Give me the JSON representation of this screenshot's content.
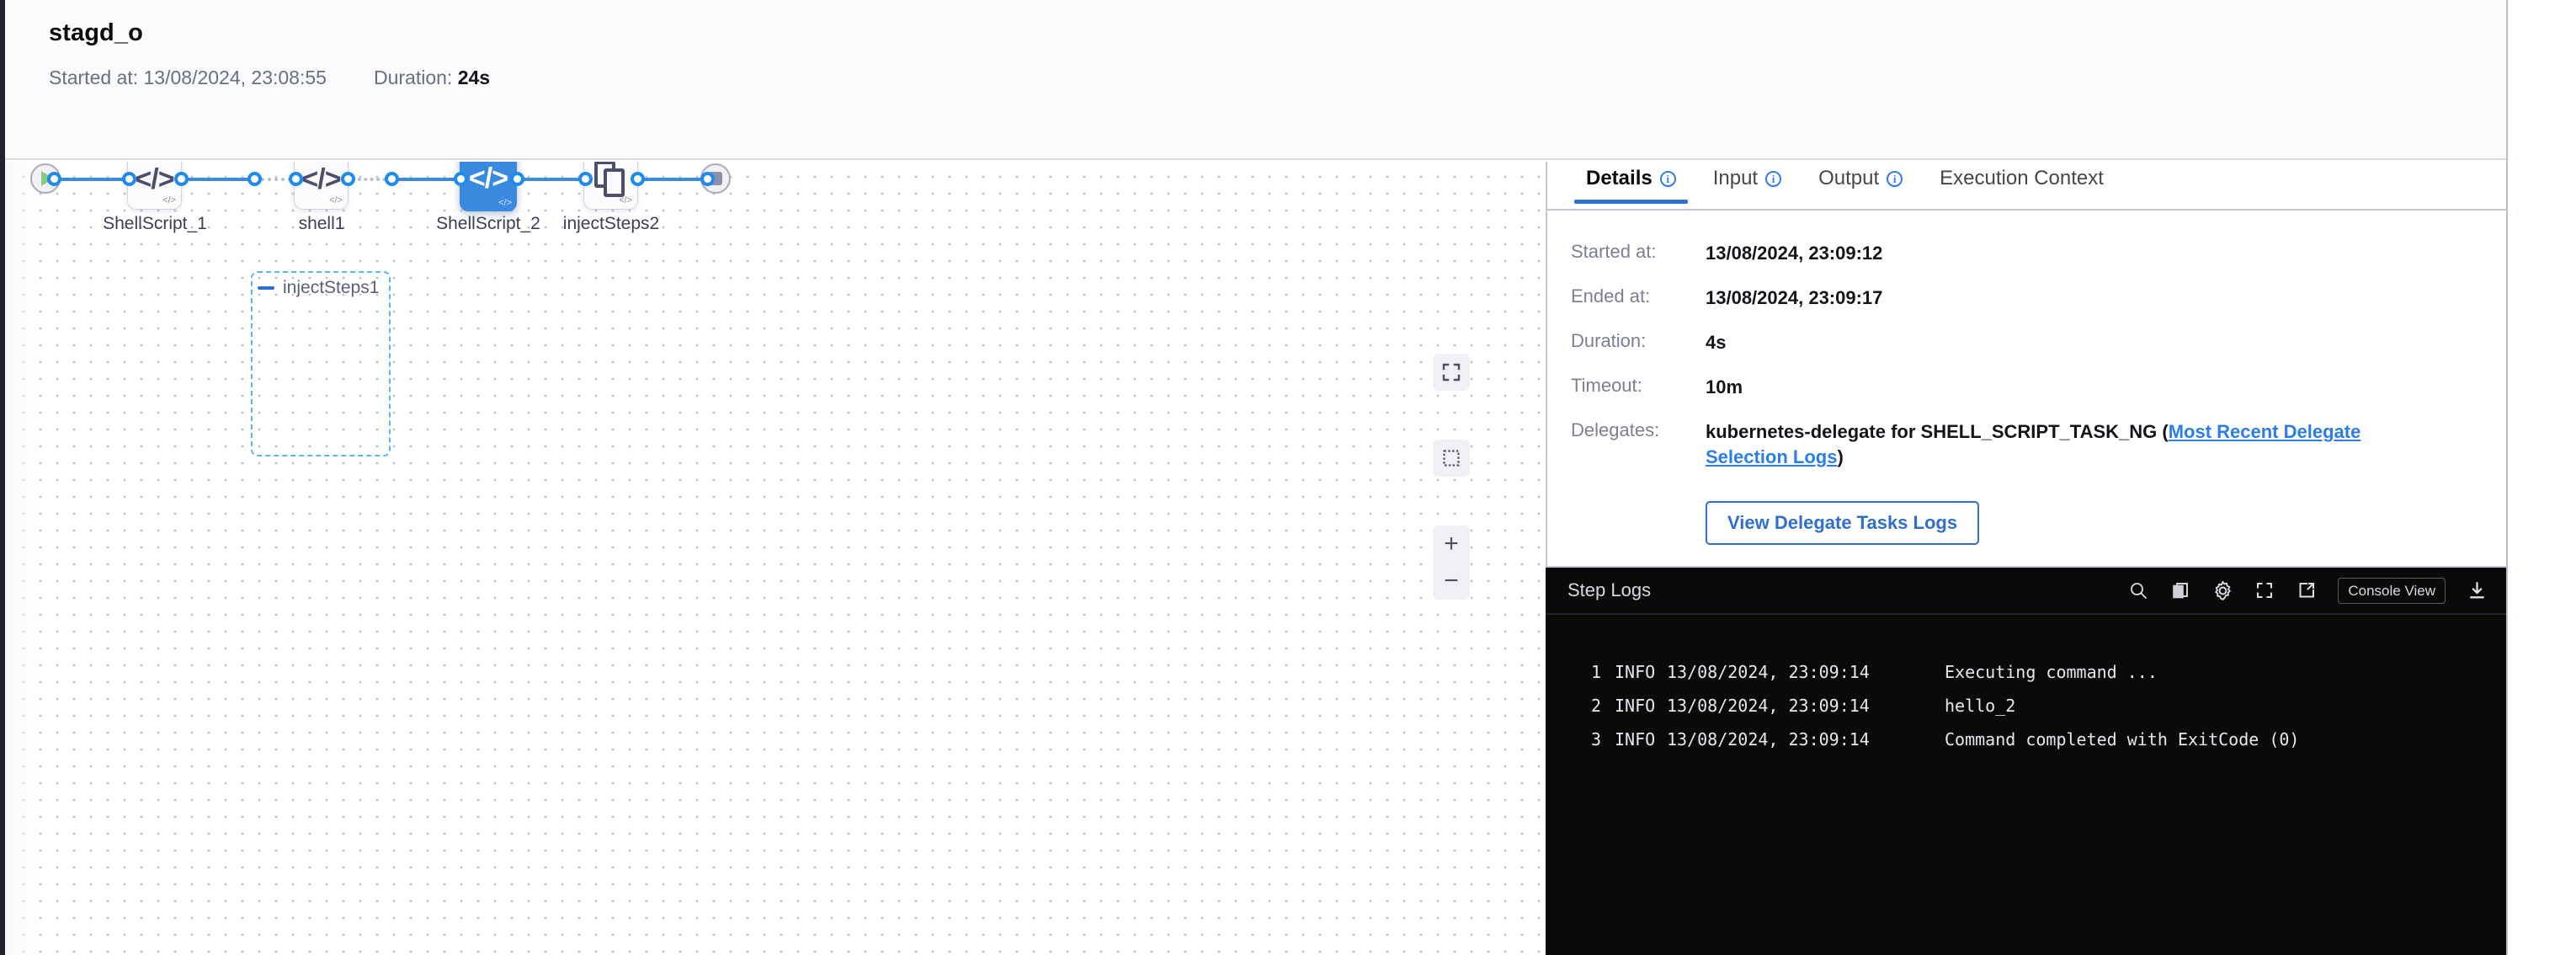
{
  "header": {
    "title": "stagd_o",
    "started_label": "Started at:",
    "started_value": "13/08/2024, 23:08:55",
    "duration_label": "Duration:",
    "duration_value": "24s"
  },
  "canvas": {
    "group": {
      "label": "injectSteps1",
      "collapse_icon": "minus-icon"
    },
    "nodes": [
      {
        "label": "ShellScript_1",
        "icon": "code-icon",
        "status": "success",
        "selected": false
      },
      {
        "label": "shell1",
        "icon": "code-icon",
        "status": "success",
        "selected": false
      },
      {
        "label": "ShellScript_2",
        "icon": "code-icon",
        "status": "success",
        "selected": true
      },
      {
        "label": "injectSteps2",
        "icon": "copies-icon",
        "status": "success",
        "selected": false
      }
    ],
    "start_node": "play-icon",
    "end_node": "stop-icon",
    "tools": [
      {
        "name": "fit-to-screen-icon"
      },
      {
        "name": "select-area-icon"
      },
      {
        "name": "zoom-in-icon",
        "glyph": "+"
      },
      {
        "name": "zoom-out-icon",
        "glyph": "−"
      }
    ]
  },
  "right_panel": {
    "tabs": [
      {
        "label": "Details",
        "has_info": true,
        "active": true
      },
      {
        "label": "Input",
        "has_info": true,
        "active": false
      },
      {
        "label": "Output",
        "has_info": true,
        "active": false
      },
      {
        "label": "Execution Context",
        "has_info": false,
        "active": false
      }
    ],
    "details": {
      "rows": [
        {
          "key": "Started at:",
          "value": "13/08/2024, 23:09:12"
        },
        {
          "key": "Ended at:",
          "value": "13/08/2024, 23:09:17"
        },
        {
          "key": "Duration:",
          "value": "4s"
        },
        {
          "key": "Timeout:",
          "value": "10m"
        }
      ],
      "delegates_key": "Delegates:",
      "delegates_text": "kubernetes-delegate for SHELL_SCRIPT_TASK_NG (",
      "delegates_link": "Most Recent Delegate Selection Logs",
      "delegates_tail": ")",
      "delegate_button": "View Delegate Tasks Logs"
    }
  },
  "logs": {
    "title": "Step Logs",
    "actions": [
      {
        "name": "search-icon"
      },
      {
        "name": "copy-icon"
      },
      {
        "name": "gear-icon"
      },
      {
        "name": "fullscreen-icon"
      },
      {
        "name": "open-external-icon"
      }
    ],
    "console_view_label": "Console View",
    "download_icon": "download-icon",
    "lines": [
      {
        "no": "1",
        "level": "INFO",
        "time": "13/08/2024, 23:09:14",
        "msg": "Executing command ..."
      },
      {
        "no": "2",
        "level": "INFO",
        "time": "13/08/2024, 23:09:14",
        "msg": "hello_2"
      },
      {
        "no": "3",
        "level": "INFO",
        "time": "13/08/2024, 23:09:14",
        "msg": "Command completed with ExitCode (0)"
      }
    ]
  },
  "colors": {
    "accent": "#2f6fd0",
    "success": "#4caf50",
    "selected_node": "#3a8ae0",
    "group_border": "#56b8ee",
    "log_bg": "#0a0a0b"
  }
}
